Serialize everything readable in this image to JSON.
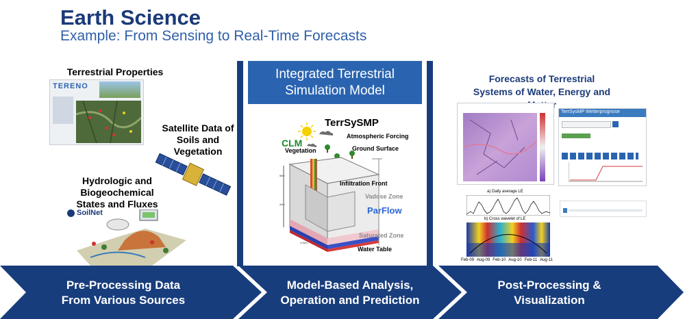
{
  "header": {
    "title": "Earth Science",
    "subtitle": "Example: From Sensing to Real-Time Forecasts"
  },
  "left": {
    "heading": "Terrestrial Properties",
    "tereno_logo": "TERENO",
    "satellite_heading": "Satellite Data of Soils and Vegetation",
    "hydro_heading": "Hydrologic and Biogeochemical States and Fluxes",
    "soilnet_logo": "SoilNet"
  },
  "center": {
    "heading": "Integrated Terrestrial Simulation Model",
    "model_name": "TerrSySMP",
    "labels": {
      "clm": "CLM",
      "vegetation": "Vegetation",
      "atmospheric_forcing": "Atmospheric Forcing",
      "ground_surface": "Ground Surface",
      "infiltration_front": "Infiltration Front",
      "vadose_zone": "Vadose Zone",
      "parflow": "ParFlow",
      "saturated_zone": "Saturated Zone",
      "water_table": "Water Table"
    }
  },
  "right": {
    "heading": "Forecasts of Terrestrial Systems of Water, Energy and Matter",
    "app_title": "TerrSysMP Wetterprognose",
    "plot_a_title": "a) Daily average LE",
    "plot_b_title": "b) Cross wavelet of LE",
    "time_ticks": [
      "Feb-09",
      "Aug-09",
      "Feb-10",
      "Aug-10",
      "Feb-11",
      "Aug-11"
    ]
  },
  "arrows": {
    "step1": "Pre-Processing Data From Various Sources",
    "step2": "Model-Based Analysis, Operation and Prediction",
    "step3": "Post-Processing & Visualization"
  },
  "colors": {
    "navy": "#183d7c",
    "blue": "#2a64b0",
    "title": "#1b3a78"
  }
}
